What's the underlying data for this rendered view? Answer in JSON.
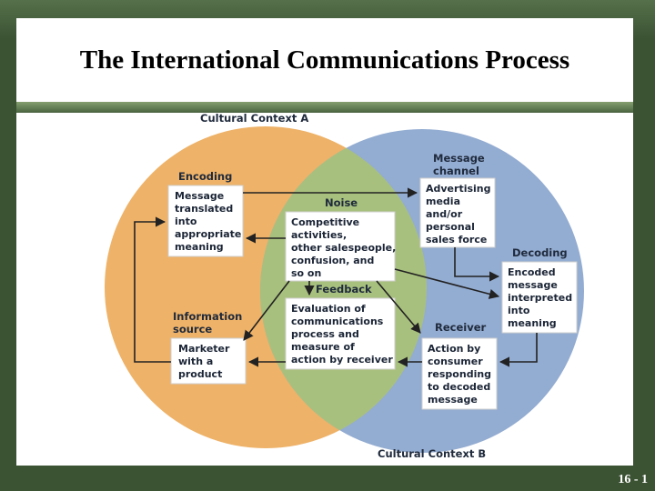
{
  "slide": {
    "title": "The International Communications Process",
    "page_number": "16 - 1"
  },
  "diagram": {
    "context_a": "Cultural Context A",
    "context_b": "Cultural Context B",
    "labels": {
      "encoding": "Encoding",
      "noise": "Noise",
      "message_channel": [
        "Message",
        "channel"
      ],
      "decoding": "Decoding",
      "feedback": "Feedback",
      "information_source": [
        "Information",
        "source"
      ],
      "receiver": "Receiver"
    },
    "boxes": {
      "encoding": [
        "Message",
        "translated",
        "into",
        "appropriate",
        "meaning"
      ],
      "noise": [
        "Competitive",
        "activities,",
        "other salespeople,",
        "confusion, and",
        "so on"
      ],
      "channel": [
        "Advertising",
        "media",
        "and/or",
        "personal",
        "sales force"
      ],
      "decoding": [
        "Encoded",
        "message",
        "interpreted",
        "into",
        "meaning"
      ],
      "feedback": [
        "Evaluation of",
        "communications",
        "process and",
        "measure of",
        "action by receiver"
      ],
      "source": [
        "Marketer",
        "with a",
        "product"
      ],
      "receiver": [
        "Action by",
        "consumer",
        "responding",
        "to decoded",
        "message"
      ]
    },
    "colors": {
      "context_a": "#eeb268",
      "context_b": "#93acd1",
      "overlap": "#a8c07e",
      "arrow": "#222222"
    }
  }
}
